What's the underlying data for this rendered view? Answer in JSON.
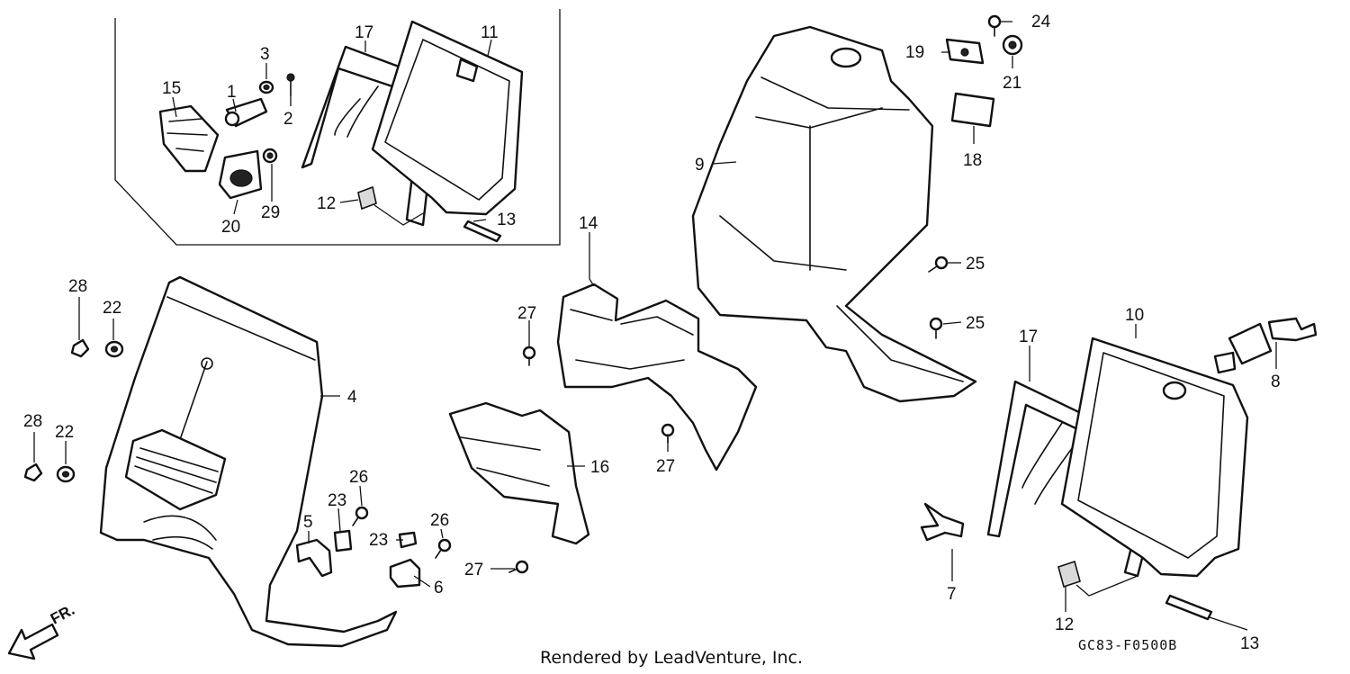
{
  "callouts": {
    "c1": "1",
    "c2": "2",
    "c3": "3",
    "c4": "4",
    "c5": "5",
    "c6": "6",
    "c7": "7",
    "c8": "8",
    "c9": "9",
    "c10": "10",
    "c11": "11",
    "c12a": "12",
    "c12b": "12",
    "c13a": "13",
    "c13b": "13",
    "c14": "14",
    "c15": "15",
    "c16": "16",
    "c17a": "17",
    "c17b": "17",
    "c18": "18",
    "c19": "19",
    "c20": "20",
    "c21": "21",
    "c22a": "22",
    "c22b": "22",
    "c23a": "23",
    "c23b": "23",
    "c24": "24",
    "c25a": "25",
    "c25b": "25",
    "c26a": "26",
    "c26b": "26",
    "c27a": "27",
    "c27b": "27",
    "c27c": "27",
    "c28a": "28",
    "c28b": "28",
    "c29": "29"
  },
  "diagram_code": "GC83-F0500B",
  "credit": "Rendered by LeadVenture, Inc.",
  "direction_label": "FR."
}
